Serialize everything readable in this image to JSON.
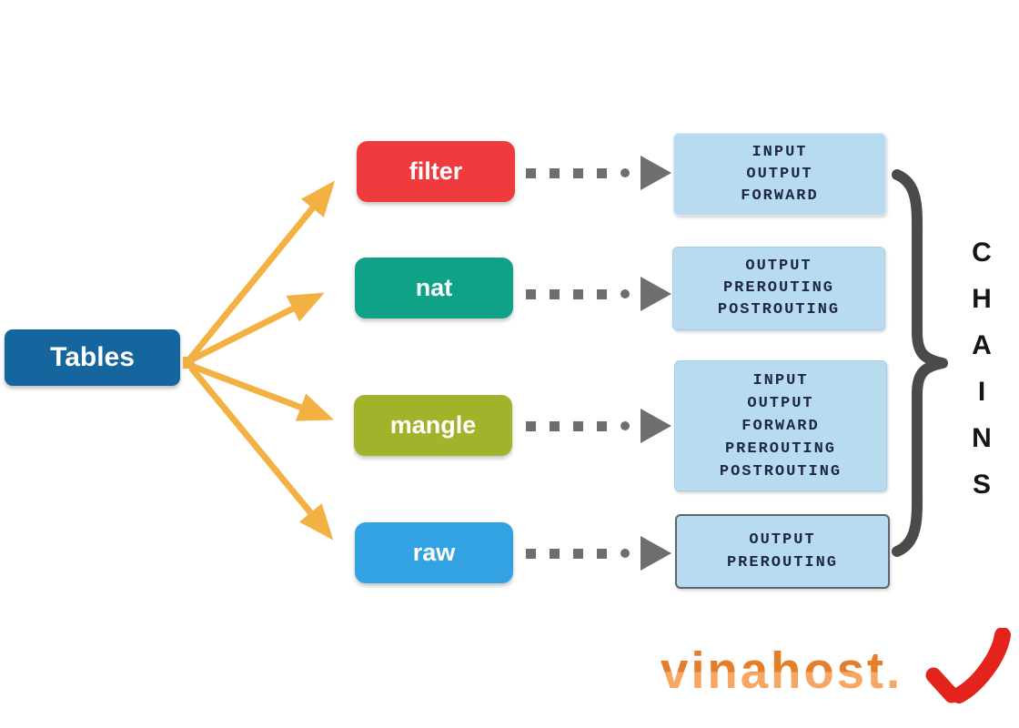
{
  "root": {
    "label": "Tables",
    "color": "#15669f"
  },
  "tables": [
    {
      "label": "filter",
      "color": "#ef3b3d",
      "chains": [
        "INPUT",
        "OUTPUT",
        "FORWARD"
      ]
    },
    {
      "label": "nat",
      "color": "#10a287",
      "chains": [
        "OUTPUT",
        "PREROUTING",
        "POSTROUTING"
      ]
    },
    {
      "label": "mangle",
      "color": "#a2b22b",
      "chains": [
        "INPUT",
        "OUTPUT",
        "FORWARD",
        "PREROUTING",
        "POSTROUTING"
      ]
    },
    {
      "label": "raw",
      "color": "#33a2e3",
      "chains": [
        "OUTPUT",
        "PREROUTING"
      ]
    }
  ],
  "chains_label": {
    "letters": [
      "C",
      "H",
      "A",
      "I",
      "N",
      "S"
    ]
  },
  "colors": {
    "fan_arrow_orange": "#f4b143",
    "dotted_arrow_gray": "#6e6e6e",
    "brace_gray": "#4a4a4a",
    "chain_box_fill": "#b9dbf0",
    "chain_text_navy": "#1c2844"
  },
  "logo": {
    "text": "vinahost.",
    "text_color_top": "#e67e29",
    "text_color_bottom": "#f5a763",
    "check_color": "#e5231d"
  }
}
